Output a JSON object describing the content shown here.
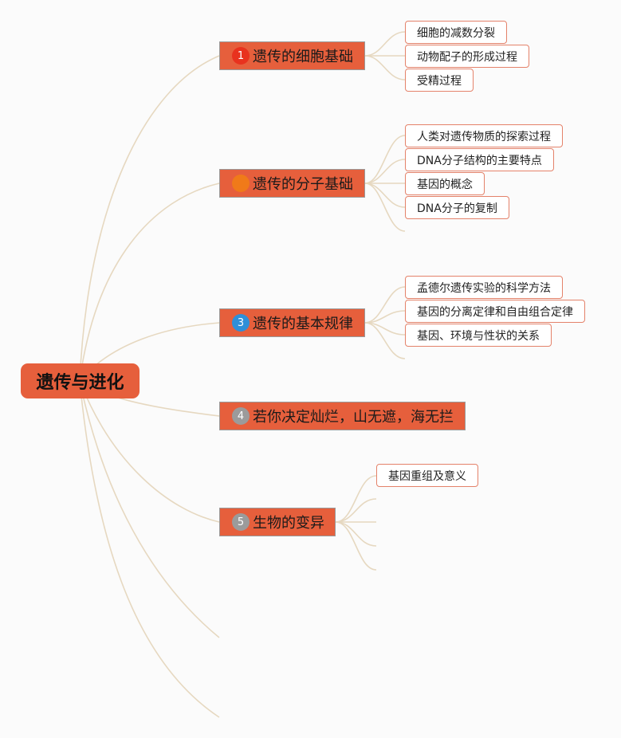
{
  "root": {
    "label": "遗传与进化"
  },
  "branches": [
    {
      "badge": "1",
      "badge_color": "#e8321e",
      "label": "遗传的细胞基础",
      "leaves": [
        "细胞的减数分裂",
        "动物配子的形成过程",
        "受精过程"
      ]
    },
    {
      "badge": "",
      "badge_color": "#f07a19",
      "label": "遗传的分子基础",
      "leaves": [
        "人类对遗传物质的探索过程",
        "DNA分子结构的主要特点",
        "基因的概念",
        "DNA分子的复制"
      ]
    },
    {
      "badge": "3",
      "badge_color": "#2f8fd8",
      "label": "遗传的基本规律",
      "leaves": [
        "孟德尔遗传实验的科学方法",
        "基因的分离定律和自由组合定律",
        "基因、环境与性状的关系"
      ]
    },
    {
      "badge": "4",
      "badge_color": "#9b9b9b",
      "label": "若你决定灿烂，山无遮，海无拦",
      "leaves": []
    },
    {
      "badge": "5",
      "badge_color": "#9b9b9b",
      "label": "生物的变异",
      "leaves": [
        "基因重组及意义"
      ]
    }
  ],
  "colors": {
    "branch_fill": "#e65f3c",
    "link": "#e6d8c0",
    "leaf_border": "#e4826a"
  }
}
